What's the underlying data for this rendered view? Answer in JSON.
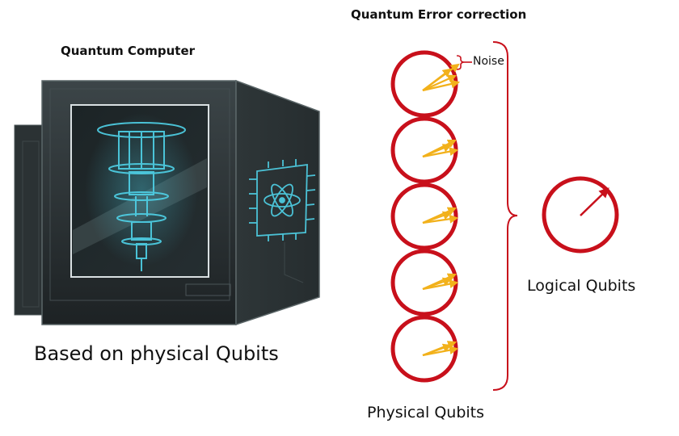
{
  "titles": {
    "quantum_computer": "Quantum Computer",
    "error_correction": "Quantum Error correction"
  },
  "captions": {
    "based_on": "Based on physical Qubits",
    "noise": "Noise",
    "logical": "Logical Qubits",
    "physical": "Physical Qubits"
  },
  "colors": {
    "qubit_ring": "#c8101b",
    "noise_arrow": "#f2b11b",
    "logical_arrow": "#c8101b",
    "bracket": "#c8101b",
    "cabinet": "#2a3133",
    "glow": "#4fd2e8"
  },
  "icons": {
    "machine": "quantum-computer-illustration",
    "side_panel": "atom-chip-icon"
  },
  "physical_qubit_count": 5
}
